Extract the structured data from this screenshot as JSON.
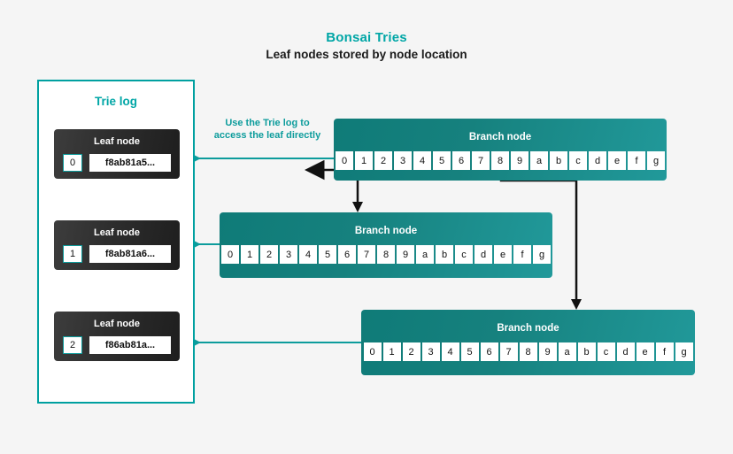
{
  "header": {
    "title": "Bonsai Tries",
    "subtitle": "Leaf nodes stored by node location",
    "title_color": "#00a6a6"
  },
  "colors": {
    "background": "#f5f5f5",
    "teal": "#00a0a0",
    "teal_dark": "#0d9c9c",
    "branch_teal": "#16817e",
    "leaf_dark": "#2d2d2d",
    "arrow_black": "#111111"
  },
  "trie_log": {
    "title": "Trie log",
    "leaf_nodes": [
      {
        "label": "Leaf node",
        "index": "0",
        "hash": "f8ab81a5..."
      },
      {
        "label": "Leaf node",
        "index": "1",
        "hash": "f8ab81a6..."
      },
      {
        "label": "Leaf node",
        "index": "2",
        "hash": "f86ab81a..."
      }
    ]
  },
  "annotation": {
    "line1": "Use the Trie log to",
    "line2": "access the leaf directly"
  },
  "branch_nodes": [
    {
      "label": "Branch node",
      "cells": [
        "0",
        "1",
        "2",
        "3",
        "4",
        "5",
        "6",
        "7",
        "8",
        "9",
        "a",
        "b",
        "c",
        "d",
        "e",
        "f",
        "g"
      ]
    },
    {
      "label": "Branch node",
      "cells": [
        "0",
        "1",
        "2",
        "3",
        "4",
        "5",
        "6",
        "7",
        "8",
        "9",
        "a",
        "b",
        "c",
        "d",
        "e",
        "f",
        "g"
      ]
    },
    {
      "label": "Branch node",
      "cells": [
        "0",
        "1",
        "2",
        "3",
        "4",
        "5",
        "6",
        "7",
        "8",
        "9",
        "a",
        "b",
        "c",
        "d",
        "e",
        "f",
        "g"
      ]
    }
  ]
}
